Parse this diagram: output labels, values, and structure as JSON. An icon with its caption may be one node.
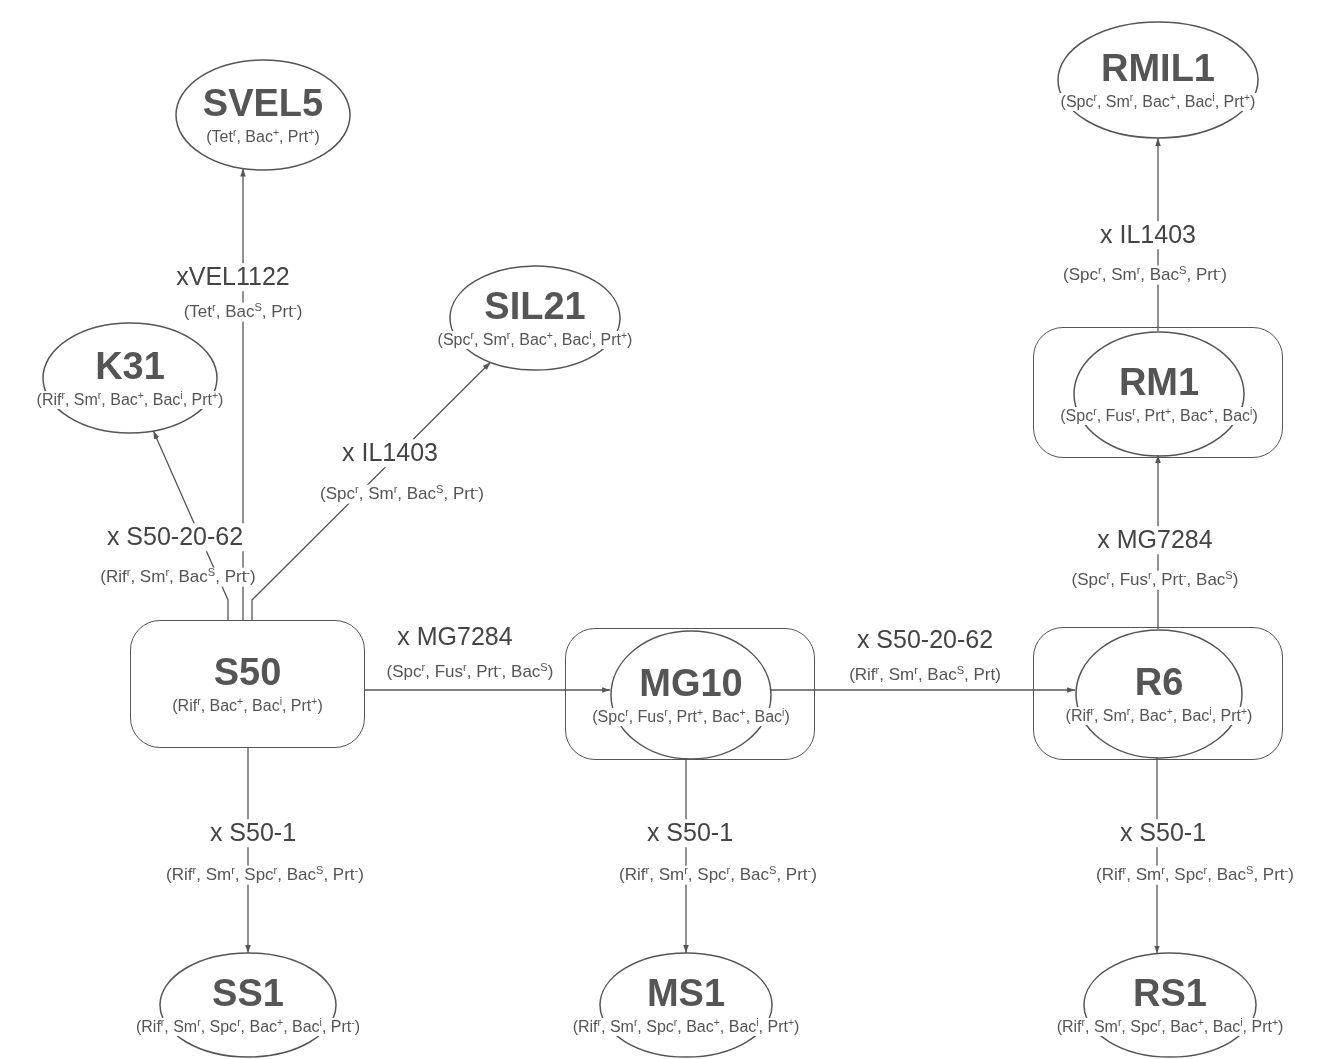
{
  "diagram": {
    "nodes": [
      {
        "text": [
          "RMIL1",
          "(Spc$^{r}$, Sm$^{r}$, Bac$^{+}$, Bac$^{i}$, Prt$^{+}$)"
        ]
      },
      {
        "text": [
          "SVEL5",
          "(Tet$^{r}$, Bac$^{+}$, Prt$^{+}$)"
        ]
      },
      {
        "text": [
          "SIL21",
          "(Spc$^{r}$, Sm$^{r}$, Bac$^{+}$, Bac$^{i}$, Prt$^{+}$)"
        ]
      },
      {
        "text": [
          "K31",
          "(Rif$^{r}$, Sm$^{r}$, Bac$^{+}$, Bac$^{i}$, Prt$^{+}$)"
        ]
      },
      {
        "text": [],
        "shape": "box"
      },
      {
        "text": [
          "RM1",
          "(Spc$^{r}$, Fus$^{r}$, Prt$^{+}$, Bac$^{+}$, Bac$^{i}$)"
        ],
        "in": 4
      },
      {
        "text": [
          "S50",
          "(Rif$^{r}$, Bac$^{+}$, Bac$^{i}$, Prt$^{+}$)"
        ]
      },
      {
        "text": [],
        "shape": "box"
      },
      {
        "text": [
          "MG10",
          "(Spc$^{r}$, Fus$^{r}$, Prt$^{+}$, Bac$^{+}$, Bac$^{i}$)"
        ],
        "in": 7
      },
      {
        "text": [],
        "shape": "box"
      },
      {
        "text": [
          "R6",
          "(Rif$^{r}$, Sm$^{r}$, Bac$^{+}$, Bac$^{i}$, Prt$^{+}$)"
        ],
        "in": 9
      },
      {
        "text": [
          "SS1",
          "(Rif$^{r}$, Sm$^{r}$, Spc$^{r}$, Bac$^{+}$, Bac$^{i}$, Prt$^{-}$)"
        ]
      },
      {
        "text": [
          "MS1",
          "(Rif$^{r}$, Sm$^{r}$, Spc$^{r}$, Bac$^{+}$, Bac$^{i}$, Prt$^{+}$)"
        ]
      },
      {
        "text": [
          "RS1",
          "(Rif$^{r}$, Sm$^{r}$, Spc$^{r}$, Bac$^{+}$, Bac$^{i}$, Prt$^{+}$)"
        ]
      }
    ],
    "edges": [
      {
        "from": 6,
        "to": 3,
        "arrow": "to",
        "label": "x S50-20-62"
      },
      {
        "from": 6,
        "to": 1,
        "arrow": "to",
        "label": "xVEL1122"
      },
      {
        "from": 6,
        "to": 2,
        "arrow": "to",
        "label": "x IL1403"
      },
      {
        "from": 6,
        "to": 8,
        "arrow": "to",
        "label": "x MG7284"
      },
      {
        "from": 8,
        "to": 10,
        "arrow": "to",
        "label": "x S50-20-62"
      },
      {
        "from": 10,
        "to": 5,
        "arrow": "to",
        "label": "x MG7284"
      },
      {
        "from": 5,
        "to": 0,
        "arrow": "to",
        "label": "x IL1403"
      },
      {
        "from": 6,
        "to": 11,
        "arrow": "to",
        "label": "x S50-1"
      },
      {
        "from": 8,
        "to": 12,
        "arrow": "to",
        "label": "x S50-1"
      },
      {
        "from": 10,
        "to": 13,
        "arrow": "to",
        "label": "x S50-1"
      }
    ],
    "labels": [
      "(Spc$^{r}$, Sm$^{r}$, Bac$^{S}$, Prt$^{-}$)",
      "(Tet$^{r}$, Bac$^{S}$, Prt$^{-}$)",
      "(Spc$^{r}$, Sm$^{r}$, Bac$^{S}$, Prt$^{-}$)",
      "(Rif$^{r}$, Sm$^{r}$, Bac$^{S}$, Prt$^{-}$)",
      "(Spc$^{r}$, Fus$^{r}$, Prt$^{-}$, Bac$^{S}$)",
      "(Spc$^{r}$, Fus$^{r}$, Prt$^{-}$, Bac$^{S}$)",
      "(Rif$^{r}$, Sm$^{r}$, Bac$^{S}$, Prt)",
      "(Rif$^{r}$, Sm$^{r}$, Spc$^{r}$, Bac$^{S}$, Prt$^{-}$)",
      "(Rif$^{r}$, Sm$^{r}$, Spc$^{r}$, Bac$^{S}$, Prt$^{-}$)",
      "(Rif$^{r}$, Sm$^{r}$, Spc$^{r}$, Bac$^{S}$, Prt$^{-}$)"
    ]
  }
}
